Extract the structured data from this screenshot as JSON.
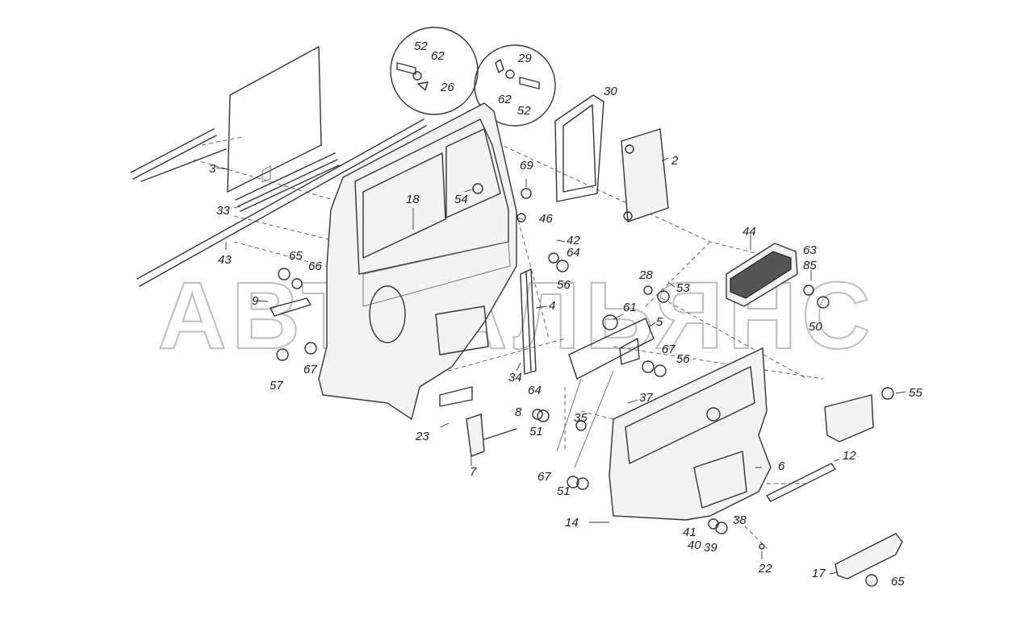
{
  "watermark": "АВТОАЛЬЯНС",
  "callouts": [
    {
      "id": "c52a",
      "text": "52"
    },
    {
      "id": "c62a",
      "text": "62"
    },
    {
      "id": "c26",
      "text": "26"
    },
    {
      "id": "c29",
      "text": "29"
    },
    {
      "id": "c62b",
      "text": "62"
    },
    {
      "id": "c52b",
      "text": "52"
    },
    {
      "id": "c30",
      "text": "30"
    },
    {
      "id": "c2",
      "text": "2"
    },
    {
      "id": "c3",
      "text": "3"
    },
    {
      "id": "c33",
      "text": "33"
    },
    {
      "id": "c43",
      "text": "43"
    },
    {
      "id": "c18",
      "text": "18"
    },
    {
      "id": "c54",
      "text": "54"
    },
    {
      "id": "c69",
      "text": "69"
    },
    {
      "id": "c46",
      "text": "46"
    },
    {
      "id": "c42",
      "text": "42"
    },
    {
      "id": "c64a",
      "text": "64"
    },
    {
      "id": "c56a",
      "text": "56"
    },
    {
      "id": "c44",
      "text": "44"
    },
    {
      "id": "c63",
      "text": "63"
    },
    {
      "id": "c85",
      "text": "85"
    },
    {
      "id": "c50",
      "text": "50"
    },
    {
      "id": "c28",
      "text": "28"
    },
    {
      "id": "c53",
      "text": "53"
    },
    {
      "id": "c65a",
      "text": "65"
    },
    {
      "id": "c66",
      "text": "66"
    },
    {
      "id": "c9",
      "text": "9"
    },
    {
      "id": "c4",
      "text": "4"
    },
    {
      "id": "c61",
      "text": "61"
    },
    {
      "id": "c5",
      "text": "5"
    },
    {
      "id": "c67a",
      "text": "67"
    },
    {
      "id": "c56b",
      "text": "56"
    },
    {
      "id": "c57",
      "text": "57"
    },
    {
      "id": "c67b",
      "text": "67"
    },
    {
      "id": "c34",
      "text": "34"
    },
    {
      "id": "c37",
      "text": "37"
    },
    {
      "id": "c55",
      "text": "55"
    },
    {
      "id": "c64b",
      "text": "64"
    },
    {
      "id": "c8",
      "text": "8"
    },
    {
      "id": "c51a",
      "text": "51"
    },
    {
      "id": "c35",
      "text": "35"
    },
    {
      "id": "c23",
      "text": "23"
    },
    {
      "id": "c7",
      "text": "7"
    },
    {
      "id": "c6",
      "text": "6"
    },
    {
      "id": "c12",
      "text": "12"
    },
    {
      "id": "c67c",
      "text": "67"
    },
    {
      "id": "c51b",
      "text": "51"
    },
    {
      "id": "c14",
      "text": "14"
    },
    {
      "id": "c38",
      "text": "38"
    },
    {
      "id": "c41",
      "text": "41"
    },
    {
      "id": "c40",
      "text": "40"
    },
    {
      "id": "c39",
      "text": "39"
    },
    {
      "id": "c22",
      "text": "22"
    },
    {
      "id": "c17",
      "text": "17"
    },
    {
      "id": "c65b",
      "text": "65"
    }
  ]
}
